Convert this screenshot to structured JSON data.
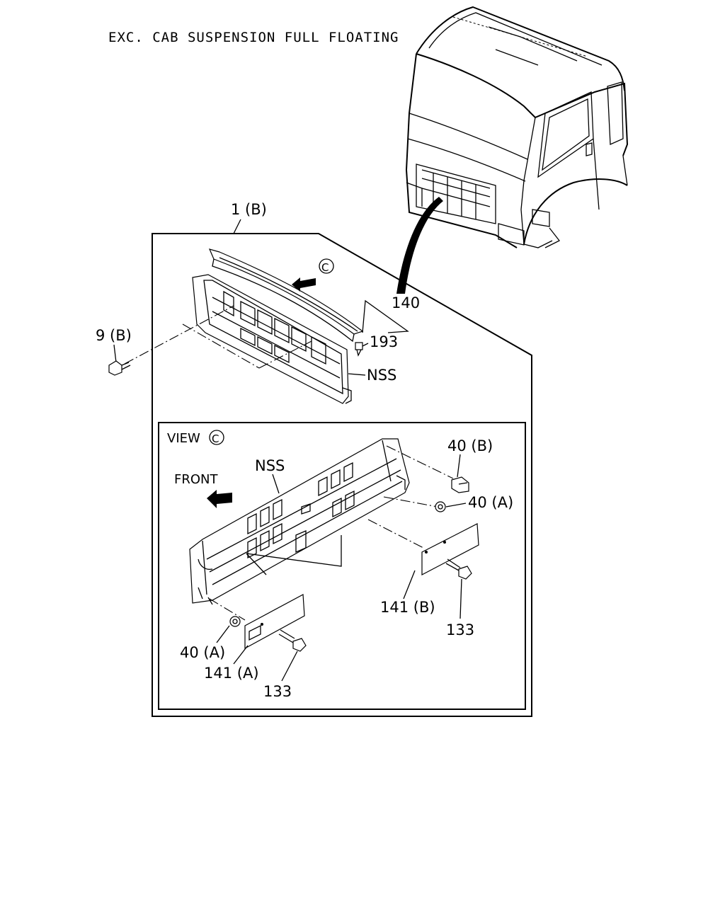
{
  "title": "EXC. CAB SUSPENSION FULL FLOATING",
  "labels": {
    "assembly": "1 (B)",
    "bolt_9b": "9 (B)",
    "part_140": "140",
    "part_193": "193",
    "nss_top": "NSS",
    "view": "VIEW",
    "view_mark": "C",
    "direction_mark": "C",
    "front": "FRONT",
    "nss_view": "NSS",
    "nut_40b": "40 (B)",
    "nut_40a_right": "40 (A)",
    "nut_40a_left": "40 (A)",
    "bracket_141b": "141 (B)",
    "bracket_141a": "141 (A)",
    "screw_133_right": "133",
    "screw_133_left": "133"
  }
}
